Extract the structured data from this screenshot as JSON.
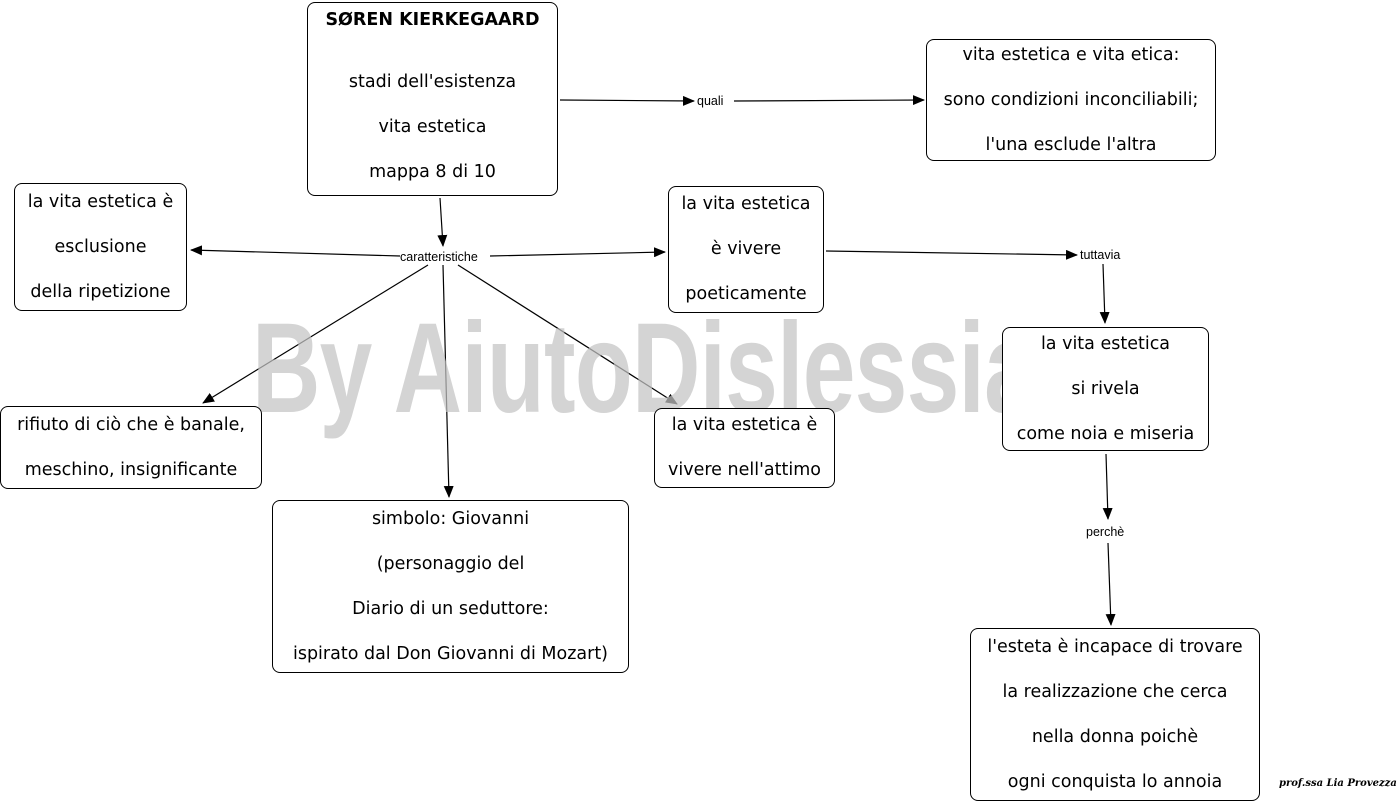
{
  "title_node": {
    "line1": "SØREN KIERKEGAARD",
    "line2": "",
    "line3": "stadi dell'esistenza",
    "line4": "vita estetica",
    "line5": "mappa 8 di 10"
  },
  "nodes": {
    "etica": [
      "vita estetica e vita etica:",
      "sono condizioni inconciliabili;",
      "l'una esclude l'altra"
    ],
    "ripetizione": [
      "la vita estetica è",
      "esclusione",
      "della ripetizione"
    ],
    "poeticamente": [
      "la vita estetica",
      "è vivere",
      "poeticamente"
    ],
    "noia": [
      "la vita estetica",
      "si rivela",
      "come noia e miseria"
    ],
    "banale": [
      "rifiuto di ciò che è banale,",
      "meschino, insignificante"
    ],
    "attimo": [
      "la vita estetica è",
      "vivere nell'attimo"
    ],
    "giovanni": [
      "simbolo:  Giovanni",
      "(personaggio del",
      "Diario di un seduttore:",
      "ispirato dal Don Giovanni di Mozart)"
    ],
    "esteta": [
      "l'esteta è incapace di trovare",
      "la realizzazione che cerca",
      "nella donna poichè",
      "ogni conquista lo annoia"
    ]
  },
  "link_labels": {
    "quali": "quali",
    "caratteristiche": "caratteristiche",
    "tuttavia": "tuttavia",
    "perche": "perchè"
  },
  "watermark": "By AiutoDislessia.net",
  "signature": "prof.ssa Lia Provezza"
}
